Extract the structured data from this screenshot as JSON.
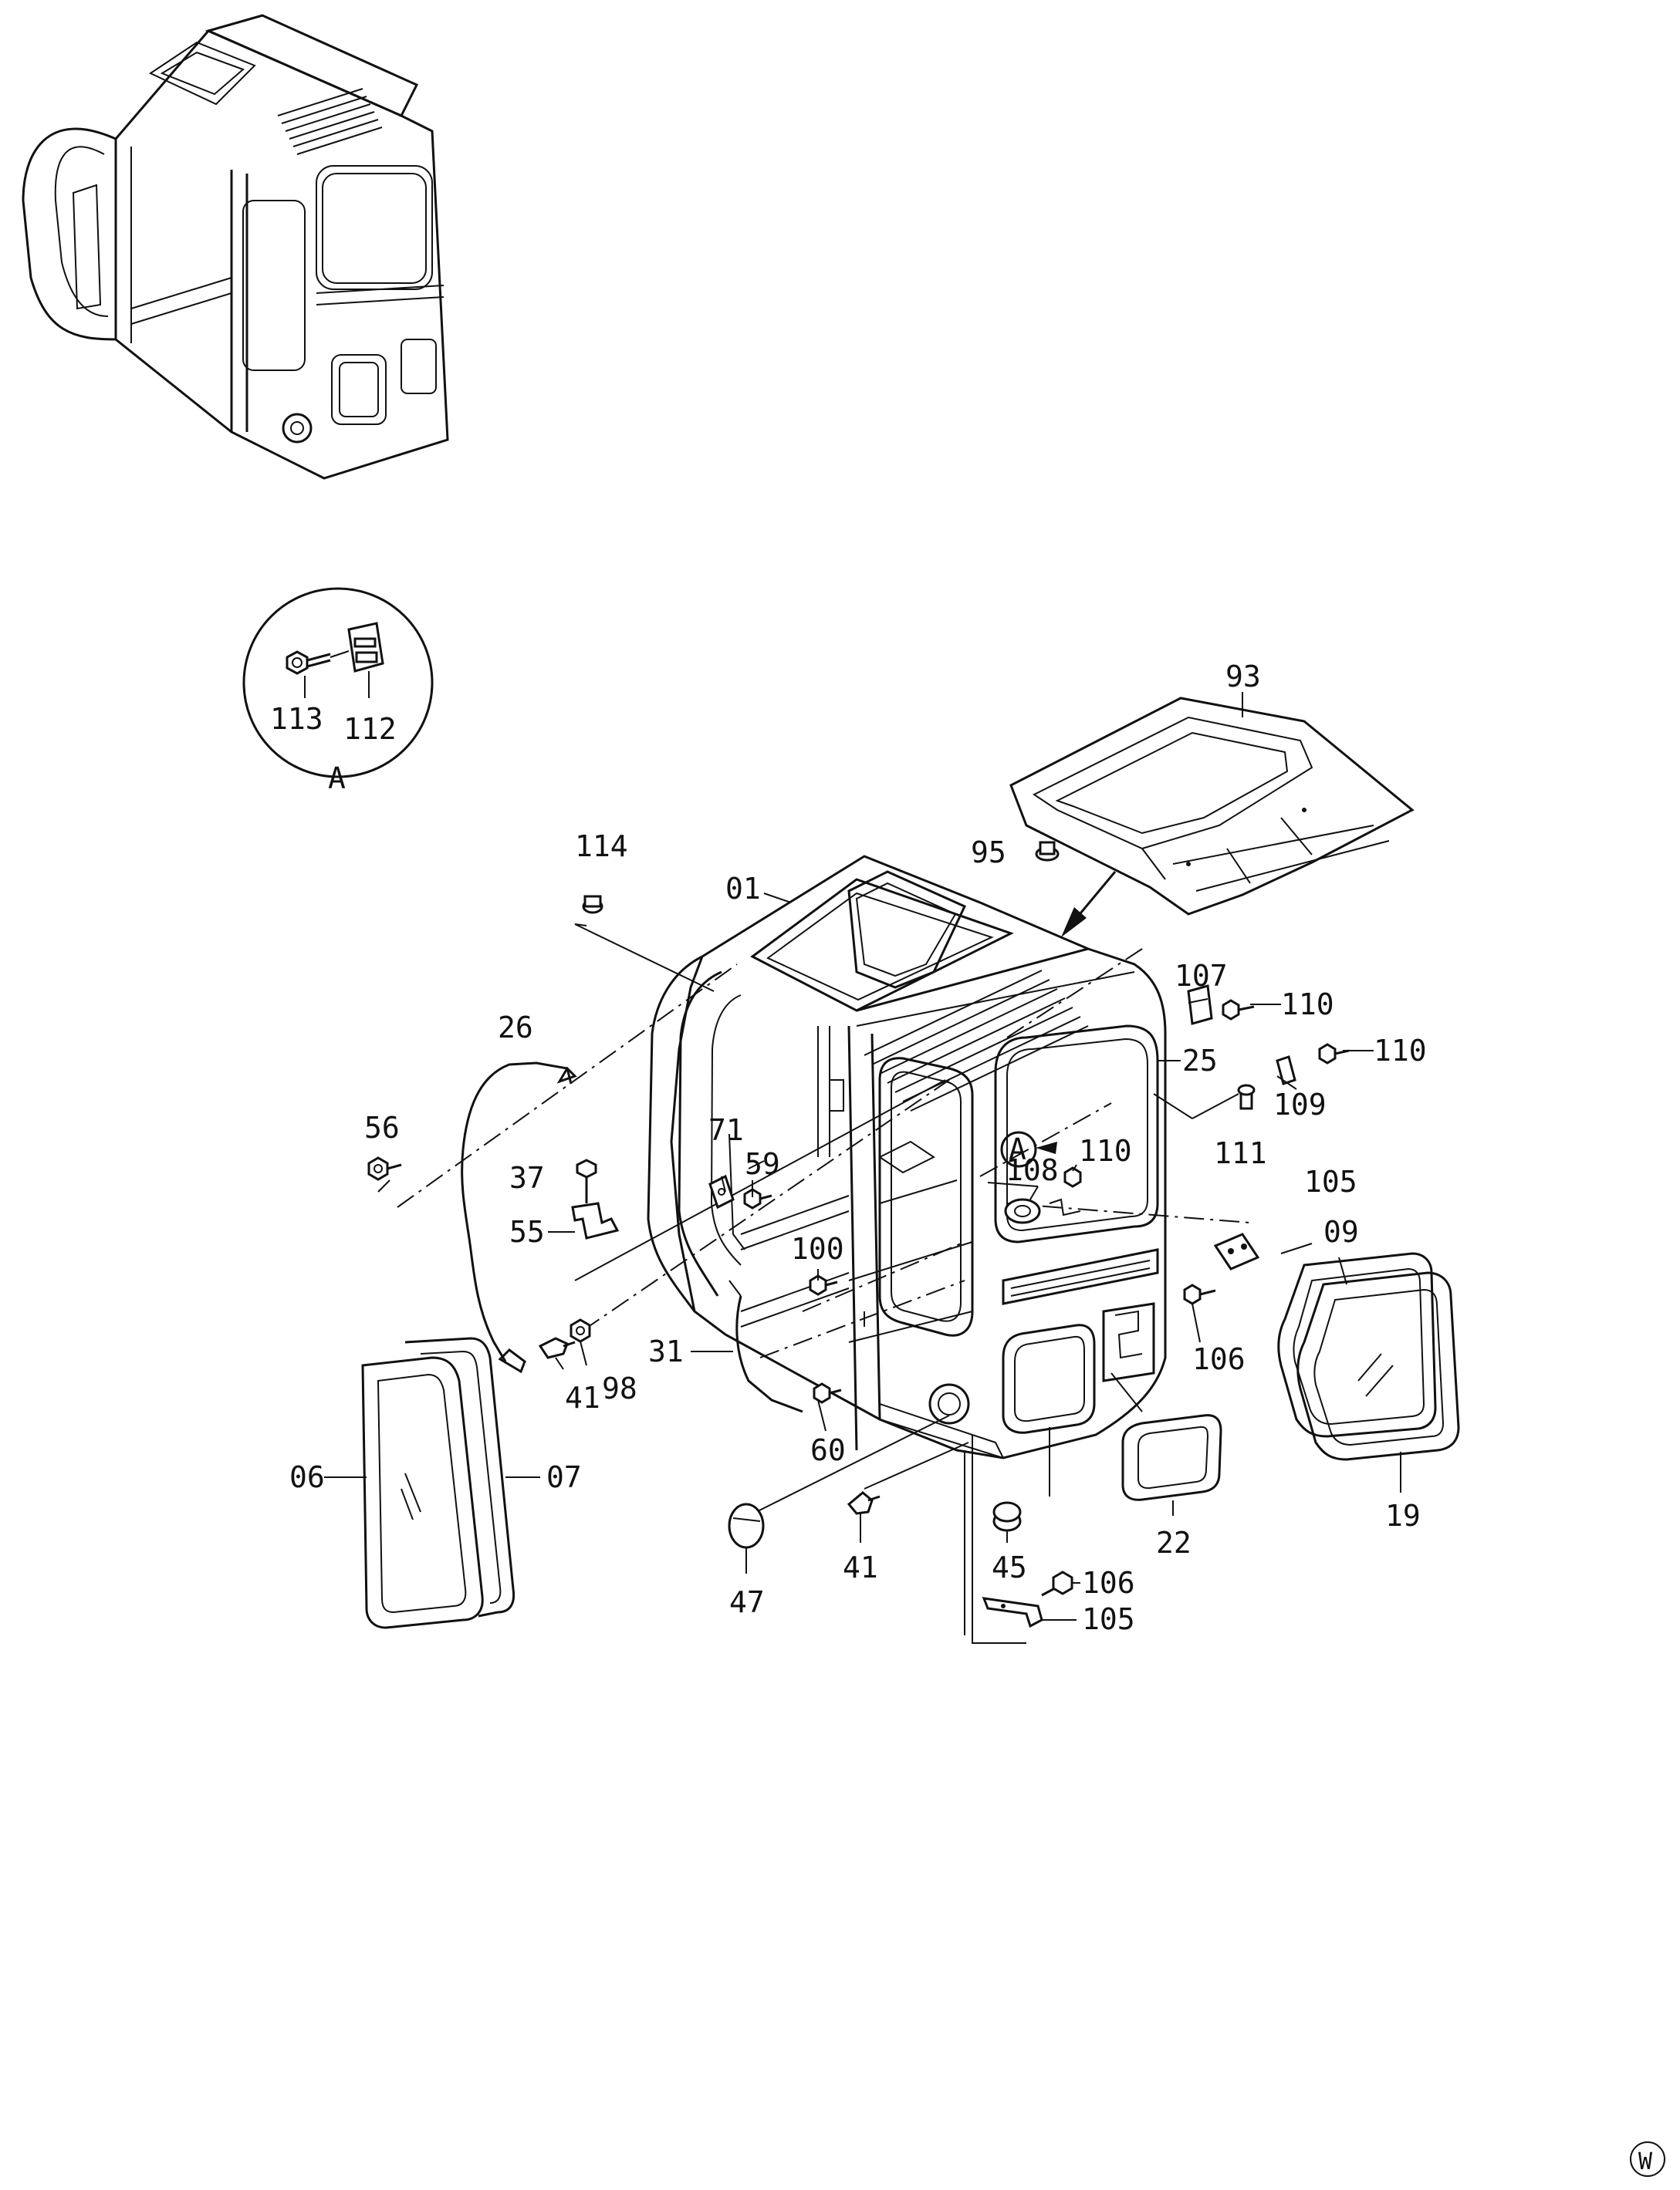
{
  "diagram": {
    "detail_view": {
      "label": "A",
      "parts": [
        "113",
        "112"
      ]
    },
    "callouts": [
      {
        "id": "c93",
        "text": "93"
      },
      {
        "id": "c95",
        "text": "95"
      },
      {
        "id": "c114",
        "text": "114"
      },
      {
        "id": "c01",
        "text": "01"
      },
      {
        "id": "c107",
        "text": "107"
      },
      {
        "id": "c110a",
        "text": "110"
      },
      {
        "id": "c110b",
        "text": "110"
      },
      {
        "id": "c26",
        "text": "26"
      },
      {
        "id": "c25",
        "text": "25"
      },
      {
        "id": "c109",
        "text": "109"
      },
      {
        "id": "c56",
        "text": "56"
      },
      {
        "id": "c71",
        "text": "71"
      },
      {
        "id": "c59",
        "text": "59"
      },
      {
        "id": "cA",
        "text": "A"
      },
      {
        "id": "c110c",
        "text": "110"
      },
      {
        "id": "c111",
        "text": "111"
      },
      {
        "id": "c37",
        "text": "37"
      },
      {
        "id": "c108",
        "text": "108"
      },
      {
        "id": "c105a",
        "text": "105"
      },
      {
        "id": "c55",
        "text": "55"
      },
      {
        "id": "c100",
        "text": "100"
      },
      {
        "id": "c09",
        "text": "09"
      },
      {
        "id": "c31",
        "text": "31"
      },
      {
        "id": "c106a",
        "text": "106"
      },
      {
        "id": "c41a",
        "text": "41"
      },
      {
        "id": "c98",
        "text": "98"
      },
      {
        "id": "c60",
        "text": "60"
      },
      {
        "id": "c06",
        "text": "06"
      },
      {
        "id": "c07",
        "text": "07"
      },
      {
        "id": "c22",
        "text": "22"
      },
      {
        "id": "c19",
        "text": "19"
      },
      {
        "id": "c47",
        "text": "47"
      },
      {
        "id": "c41b",
        "text": "41"
      },
      {
        "id": "c45",
        "text": "45"
      },
      {
        "id": "c106b",
        "text": "106"
      },
      {
        "id": "c105b",
        "text": "105"
      }
    ],
    "corner_mark": "W"
  }
}
